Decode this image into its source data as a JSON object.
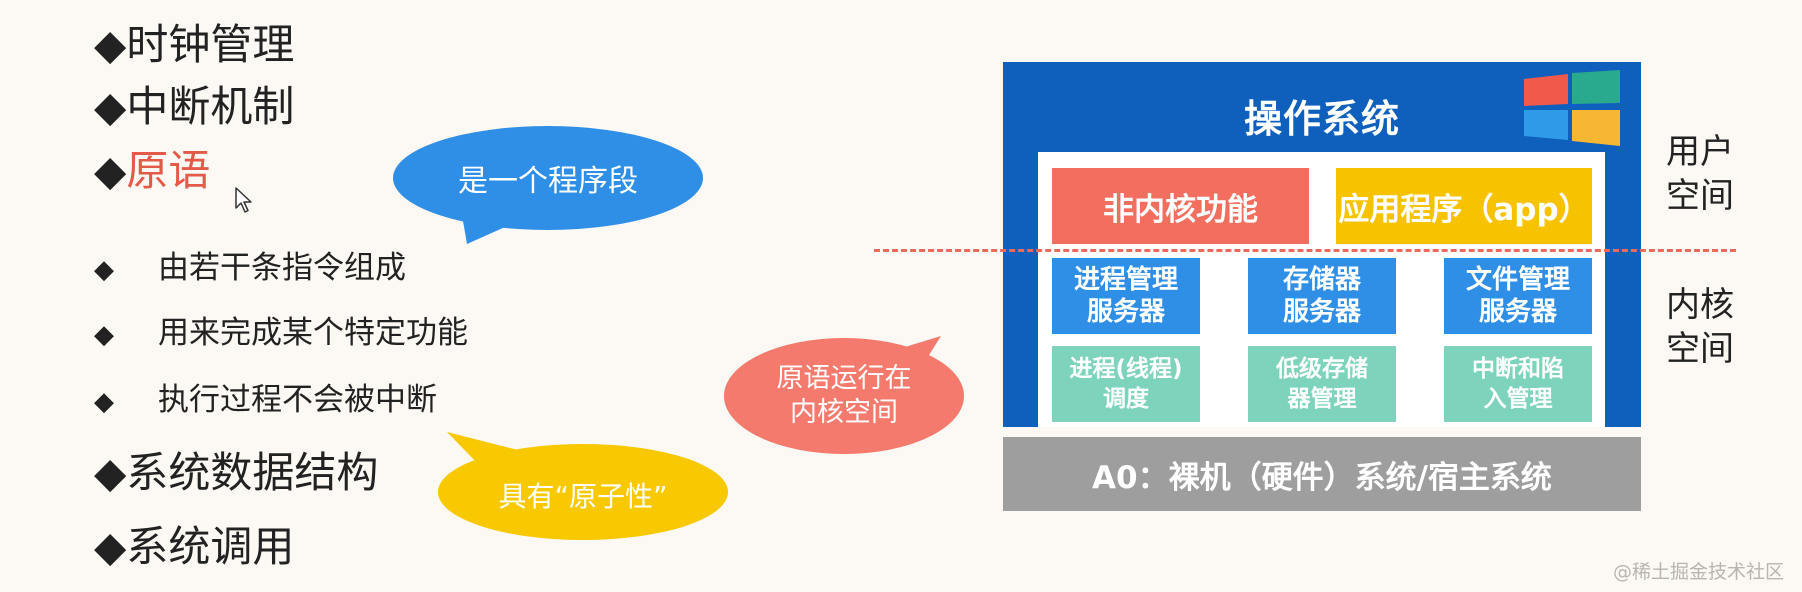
{
  "bullet_glyph": "◆",
  "list": [
    {
      "text": "时钟管理"
    },
    {
      "text": "中断机制"
    },
    {
      "text": "原语"
    },
    {
      "text": "由若干条指令组成"
    },
    {
      "text": "用来完成某个特定功能"
    },
    {
      "text": "执行过程不会被中断"
    },
    {
      "text": "系统数据结构"
    },
    {
      "text": "系统调用"
    }
  ],
  "bubbles": {
    "program_segment": {
      "text": "是一个程序段",
      "color": "#2f8fe6"
    },
    "kernel_space": {
      "line1": "原语运行在",
      "line2": "内核空间",
      "color": "#f47a6d"
    },
    "atomicity": {
      "text": "具有“原子性”",
      "color": "#f8c800"
    }
  },
  "os": {
    "title": "操作系统",
    "non_kernel": "非内核功能",
    "app": "应用程序（app）",
    "process_server": {
      "line1": "进程管理",
      "line2": "服务器"
    },
    "storage_server": {
      "line1": "存储器",
      "line2": "服务器"
    },
    "file_server": {
      "line1": "文件管理",
      "line2": "服务器"
    },
    "scheduling": {
      "line1": "进程(线程)",
      "line2": "调度"
    },
    "low_storage": {
      "line1": "低级存储",
      "line2": "器管理"
    },
    "interrupt": {
      "line1": "中断和陷",
      "line2": "入管理"
    },
    "hardware": "A0：裸机（硬件）系统/宿主系统"
  },
  "labels": {
    "user_space": {
      "line1": "用户",
      "line2": "空间"
    },
    "kernel_space": {
      "line1": "内核",
      "line2": "空间"
    }
  },
  "watermark": "@稀土掘金技术社区",
  "colors": {
    "accent_text": "#e45a48",
    "os_blue": "#0f5fbd",
    "box_red": "#f26f5f",
    "box_yellow": "#f7c200",
    "box_blue": "#2f8fe6",
    "box_teal": "#7ed3bd",
    "hardware_gray": "#9e9e9e",
    "dash_red": "#ec6a5c"
  }
}
